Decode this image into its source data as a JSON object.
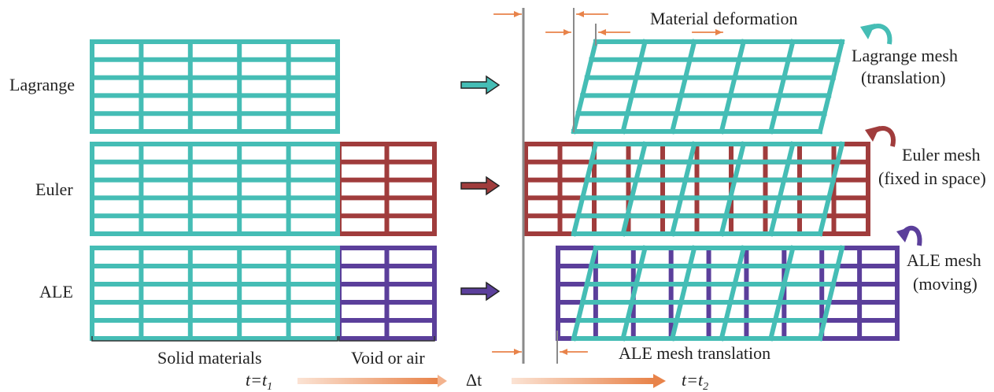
{
  "rows": [
    {
      "label": "Lagrange"
    },
    {
      "label": "Euler"
    },
    {
      "label": "ALE"
    }
  ],
  "annotations": {
    "material_deformation": "Material deformation",
    "lagrange_mesh_line1": "Lagrange mesh",
    "lagrange_mesh_line2": "(translation)",
    "euler_mesh_line1": "Euler mesh",
    "euler_mesh_line2": "(fixed in space)",
    "ale_mesh_line1": "ALE mesh",
    "ale_mesh_line2": "(moving)",
    "ale_mesh_translation": "ALE mesh translation"
  },
  "bottom": {
    "solid_materials": "Solid materials",
    "void_or_air": "Void or air",
    "t_start": "t=t",
    "t_start_sub": "1",
    "delta_t": "Δt",
    "t_end": "t=t",
    "t_end_sub": "2"
  },
  "colors": {
    "material": "#45bdb5",
    "euler": "#a03c3c",
    "ale": "#5b3f9b",
    "arrow": "#e8834a",
    "guide": "#8a8a8a"
  }
}
